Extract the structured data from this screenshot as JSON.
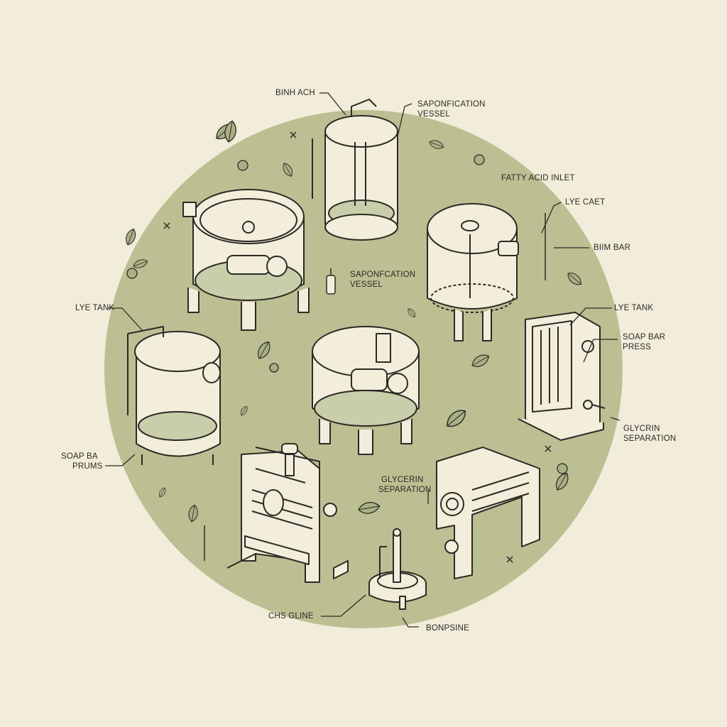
{
  "diagram": {
    "type": "isometric soap-making equipment illustration",
    "colors": {
      "background": "#f2ecdb",
      "circle": "#b7bd8e",
      "equipment_fill": "#f3eedb",
      "line": "#2b2a24",
      "leaf": "#a9b083"
    },
    "labels": [
      {
        "id": "binh-ach",
        "lines": [
          "BINH ACH"
        ]
      },
      {
        "id": "saponification-vessel-top",
        "lines": [
          "SAPONFICATION",
          "VESSEL"
        ]
      },
      {
        "id": "fatty-acid-inlet",
        "lines": [
          "FATTY ACID INLET"
        ]
      },
      {
        "id": "lye-caet",
        "lines": [
          "LYE CAET"
        ]
      },
      {
        "id": "biim-bar",
        "lines": [
          "BIIM BAR"
        ]
      },
      {
        "id": "saponification-vessel-center",
        "lines": [
          "SAPONFCATION",
          "VESSEL"
        ]
      },
      {
        "id": "lye-tank-left",
        "lines": [
          "LYE TANK"
        ]
      },
      {
        "id": "lye-tank-right",
        "lines": [
          "LYE TANK"
        ]
      },
      {
        "id": "soap-bar-press",
        "lines": [
          "SOAP BAR",
          "PRESS"
        ]
      },
      {
        "id": "glycrin-separation",
        "lines": [
          "GLYCRIN",
          "SEPARATION"
        ]
      },
      {
        "id": "soap-ba-prums",
        "lines": [
          "SOAP BA",
          "PRUMS"
        ]
      },
      {
        "id": "glycerin-separation",
        "lines": [
          "GLYCERIN",
          "SEPARATION"
        ]
      },
      {
        "id": "chs-gline",
        "lines": [
          "CHS GLINE"
        ]
      },
      {
        "id": "bonpsine",
        "lines": [
          "BONPSINE"
        ]
      }
    ],
    "equipment": [
      "tall-vessel-top",
      "open-mixer-left",
      "domed-vessel-right",
      "central-mixer",
      "lye-tank-left",
      "soap-bar-press-right",
      "roller-press-bottom-left",
      "roller-press-bottom-right",
      "small-separator-bottom"
    ]
  }
}
